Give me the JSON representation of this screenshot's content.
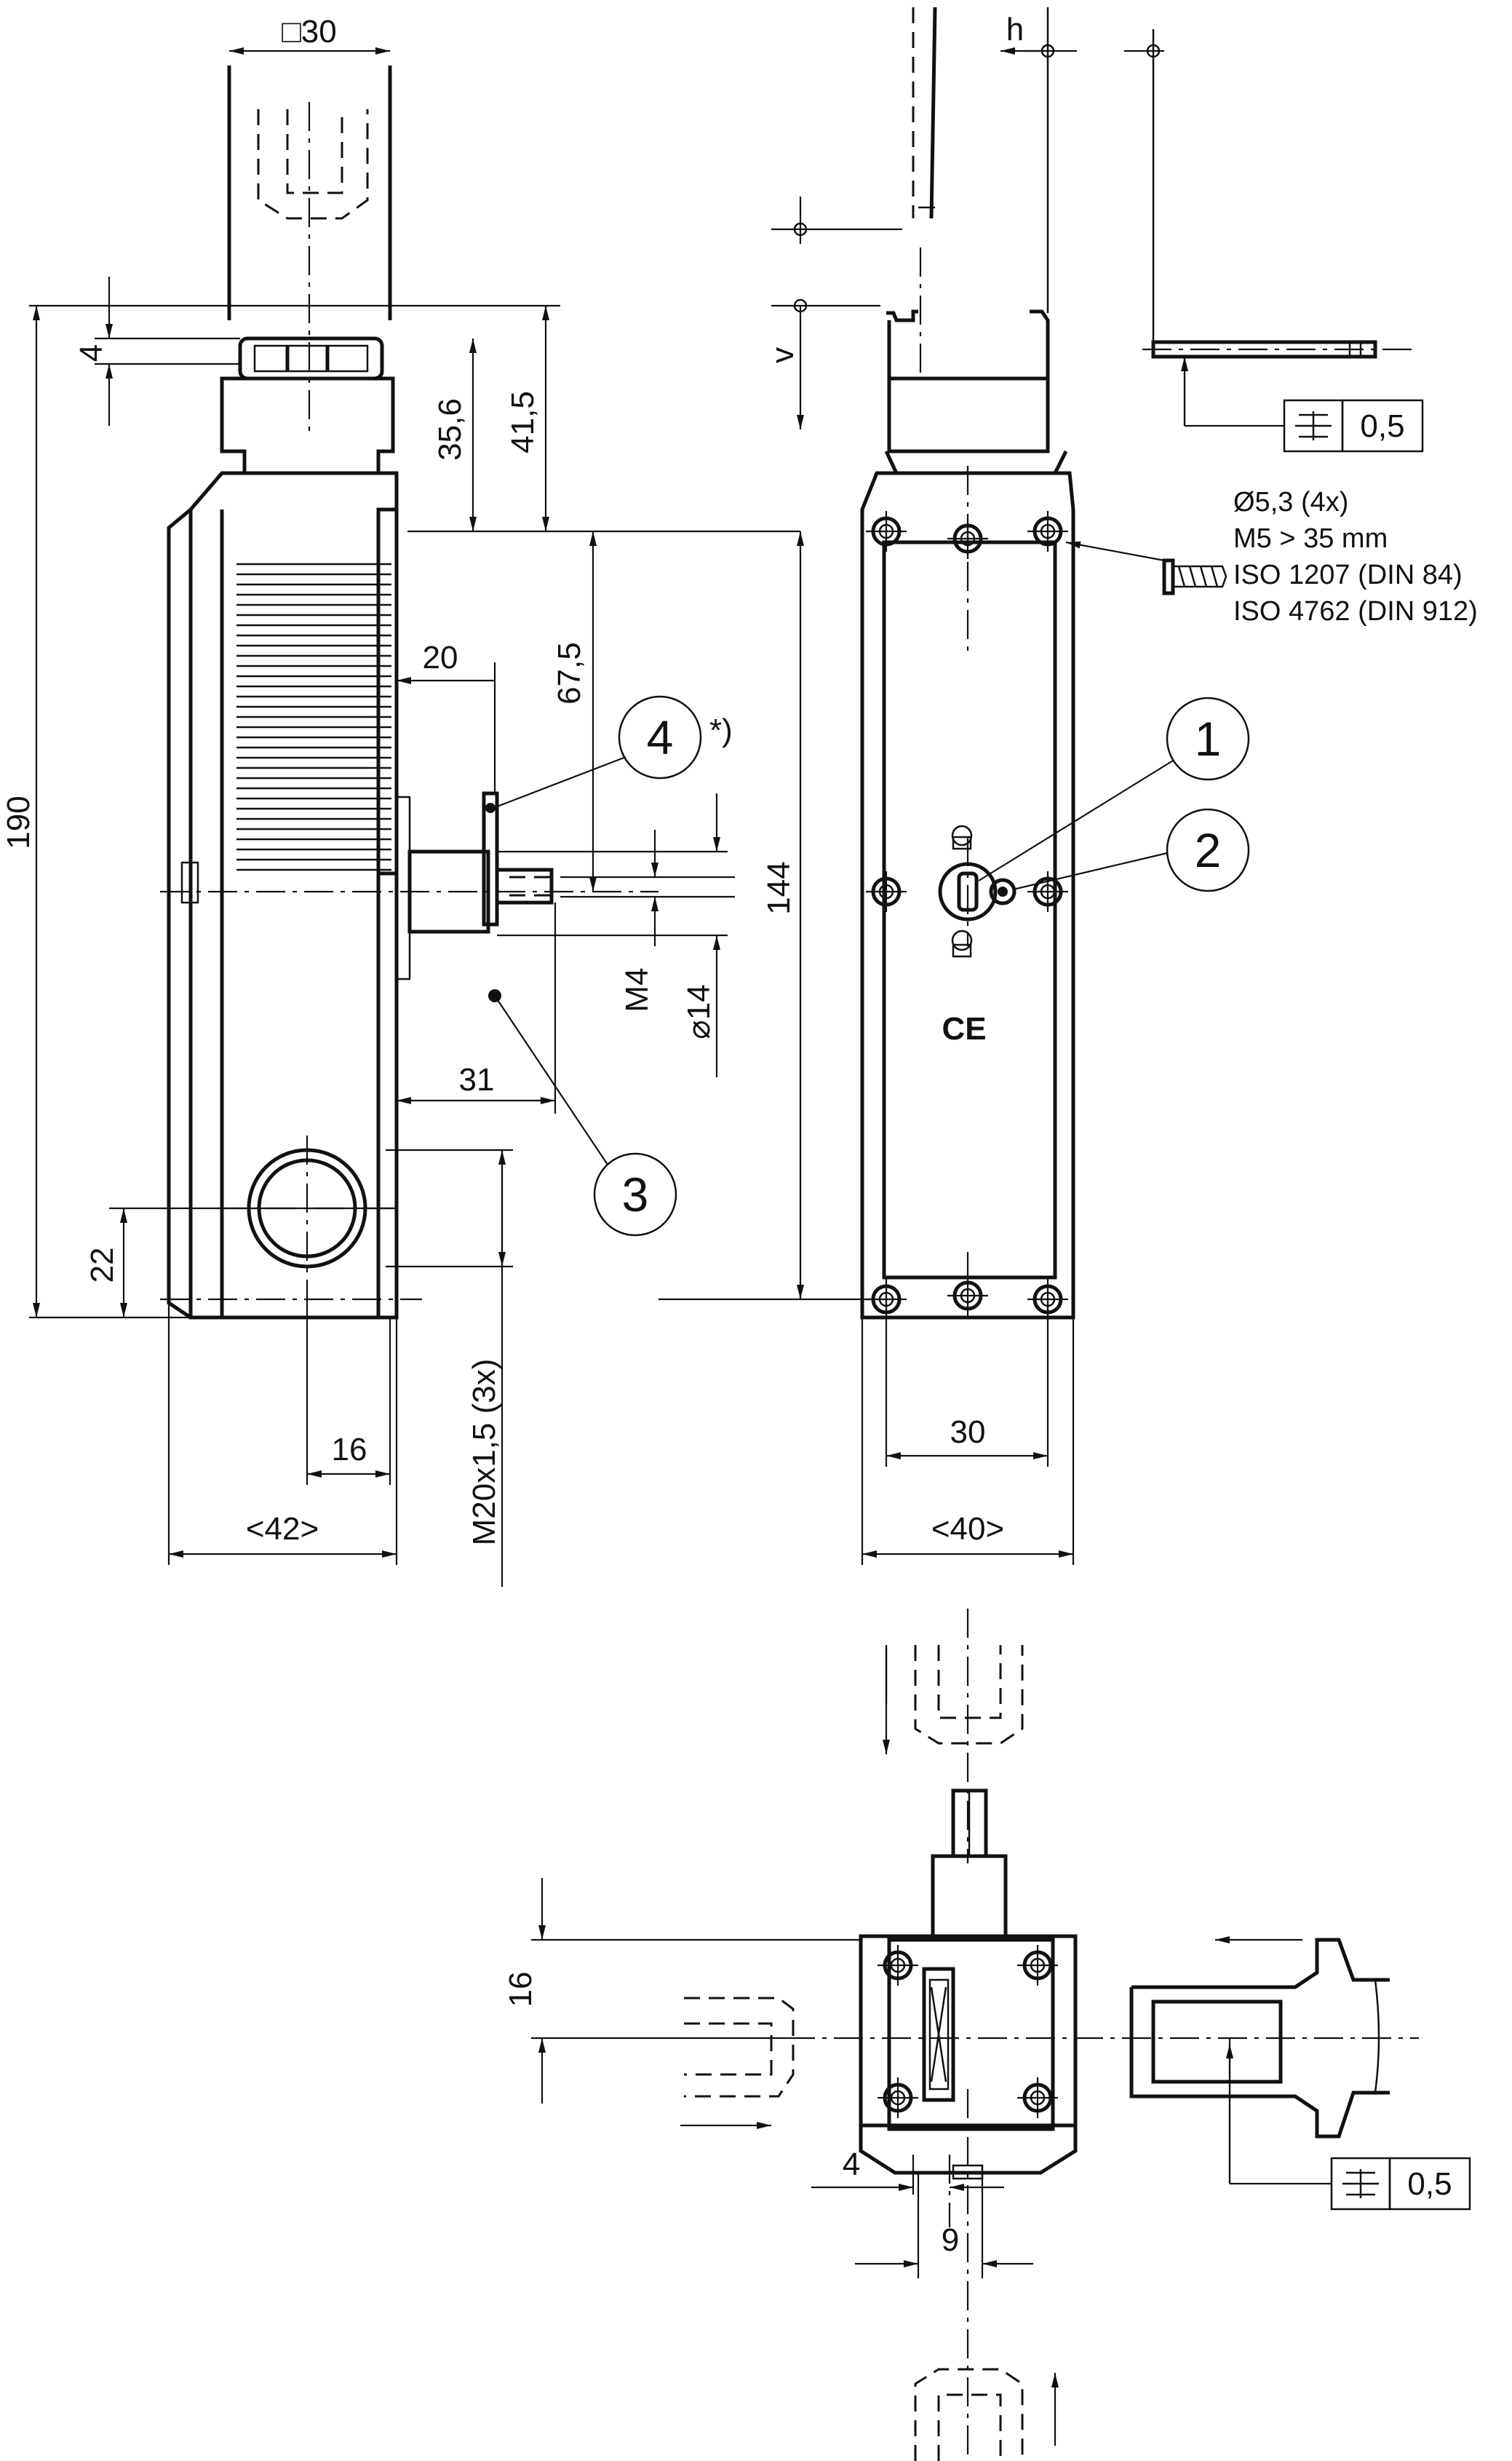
{
  "dimensions": {
    "sq30": "□30",
    "h": "h",
    "v": "v",
    "d4": "4",
    "d35_6": "35,6",
    "d41_5": "41,5",
    "d190": "190",
    "d20": "20",
    "d67_5": "67,5",
    "d144": "144",
    "dM4": "M4",
    "d14": "⌀14",
    "d31": "31",
    "d22": "22",
    "d16": "16",
    "d42": "<42>",
    "dM20": "M20x1,5 (3x)",
    "d30": "30",
    "d40": "<40>",
    "d16b": "16",
    "d4b": "4",
    "d9": "9"
  },
  "screw_note": [
    "Ø5,3 (4x)",
    "M5 > 35 mm",
    "ISO 1207 (DIN 84)",
    "ISO 4762 (DIN 912)"
  ],
  "tolerance": {
    "symbol": "⌯",
    "value": "0,5"
  },
  "tolerance2": {
    "symbol": "⌯",
    "value": "0,5"
  },
  "callouts": {
    "c1": "1",
    "c2": "2",
    "c3": "3",
    "c4": "4",
    "c4_note": "*)"
  },
  "marks": {
    "ce": "CE"
  }
}
